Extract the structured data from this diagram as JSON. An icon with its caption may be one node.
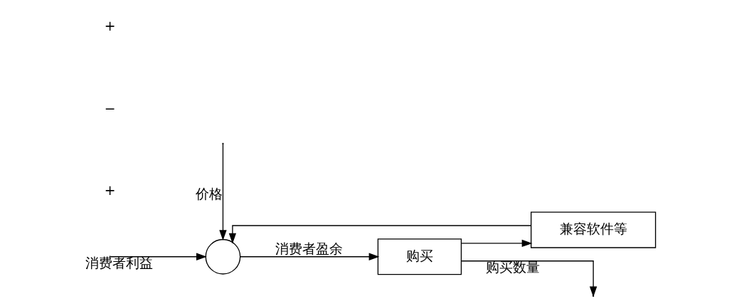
{
  "diagram": {
    "nodes": [
      {
        "text": [],
        "shape": "circle"
      },
      {
        "text": [
          "购买"
        ]
      },
      {
        "text": [
          "兼容软件等"
        ]
      }
    ],
    "edges": [
      {
        "from": null,
        "to": 0,
        "arrow": "to",
        "label": "消费者利益"
      },
      {
        "from": null,
        "to": 0,
        "arrow": "to",
        "label": "价格"
      },
      {
        "from": 0,
        "to": 1,
        "arrow": "to",
        "label": "消费者盈余"
      },
      {
        "from": 1,
        "to": null,
        "arrow": "to",
        "label": "购买数量"
      },
      {
        "from": 1,
        "to": 2,
        "arrow": "to"
      },
      {
        "from": 2,
        "to": 0,
        "arrow": "to"
      }
    ],
    "labels": [
      "+",
      "−",
      "+"
    ]
  }
}
